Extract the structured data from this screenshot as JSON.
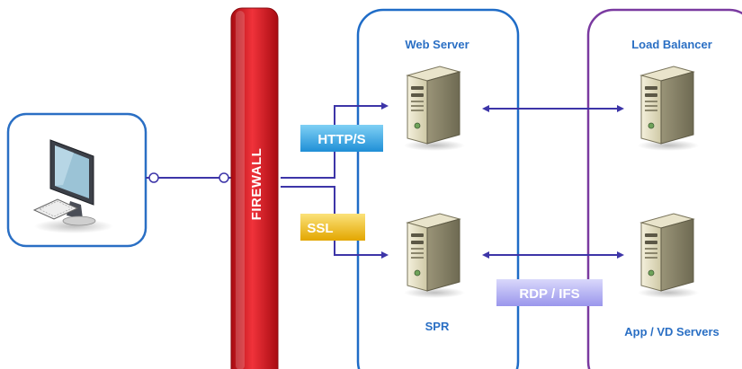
{
  "firewall": {
    "label": "FIREWALL"
  },
  "nodes": {
    "web_server": {
      "label": "Web Server"
    },
    "load_balancer": {
      "label": "Load Balancer"
    },
    "spr": {
      "label": "SPR"
    },
    "app_servers": {
      "label": "App / VD Servers"
    }
  },
  "protocols": {
    "http": "HTTP/S",
    "ssl": "SSL",
    "rdp": "RDP / IFS"
  },
  "colors": {
    "firewall": "#d8161c",
    "client_box": "#2a6fc4",
    "web_box": "#1f6cc7",
    "app_box": "#7a3aa0",
    "connector": "#3d35a8",
    "http_tag": "#2b9fe0",
    "ssl_tag": "#e8b400",
    "rdp_tag": "#a9a6f0"
  }
}
